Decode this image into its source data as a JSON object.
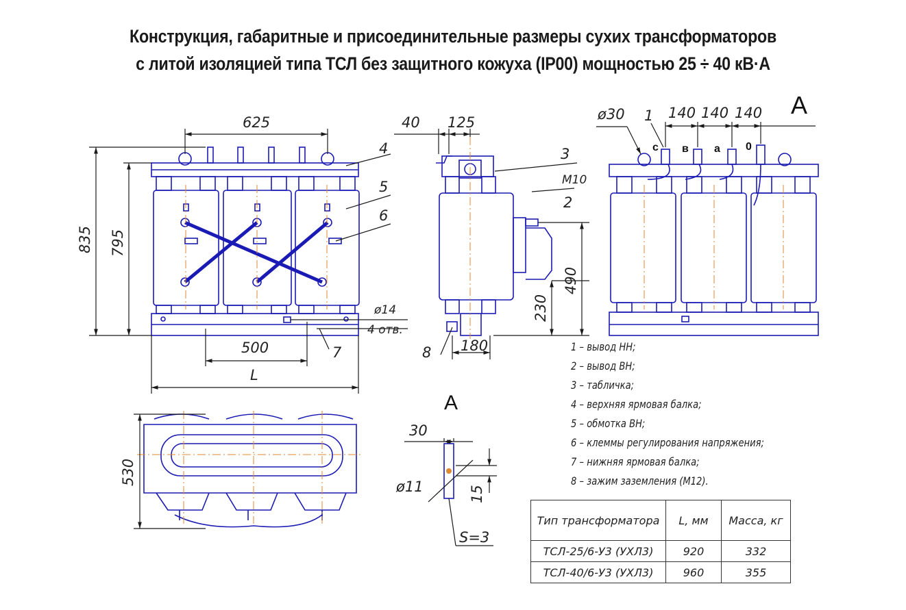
{
  "title": {
    "line1": "Конструкция, габаритные и присоединительные размеры сухих трансформаторов",
    "line2": "с литой изоляцией типа ТСЛ без защитного кожуха (IP00) мощностью 25 ÷ 40 кВ·А"
  },
  "front_view": {
    "width_top": "625",
    "height_total": "835",
    "height_frame": "795",
    "base_width": "500",
    "length_label": "L",
    "hole_dia": "ø14",
    "hole_count": "4 отв."
  },
  "side_view": {
    "offset": "40",
    "top_width": "125",
    "bolt": "M10",
    "height_hv": "490",
    "height_base": "230",
    "base_width": "180"
  },
  "right_view": {
    "dia": "ø30",
    "pitch": [
      "140",
      "140",
      "140"
    ],
    "terminals": [
      "с",
      "в",
      "а",
      "0"
    ]
  },
  "view_a": {
    "label": "A",
    "width": "30",
    "hole_dia": "ø11",
    "height": "15",
    "thickness": "S=3"
  },
  "plan_view": {
    "depth": "530"
  },
  "callouts": [
    "1",
    "2",
    "3",
    "4",
    "5",
    "6",
    "7",
    "8"
  ],
  "legend": [
    "1 – вывод НН;",
    "2 – вывод ВН;",
    "3 – табличка;",
    "4 – верхняя ярмовая балка;",
    "5 – обмотка ВН;",
    "6 – клеммы регулирования напряжения;",
    "7 – нижняя ярмовая балка;",
    "8 – зажим заземления (М12)."
  ],
  "table": {
    "headers": [
      "Тип трансформатора",
      "L, мм",
      "Масса, кг"
    ],
    "rows": [
      [
        "ТСЛ-25/6-У3 (УХЛ3)",
        "920",
        "332"
      ],
      [
        "ТСЛ-40/6-У3 (УХЛ3)",
        "960",
        "355"
      ]
    ]
  },
  "colors": {
    "outline": "#1a1ab4",
    "dimension": "#1a1a1a",
    "axis": "#e08a30"
  }
}
